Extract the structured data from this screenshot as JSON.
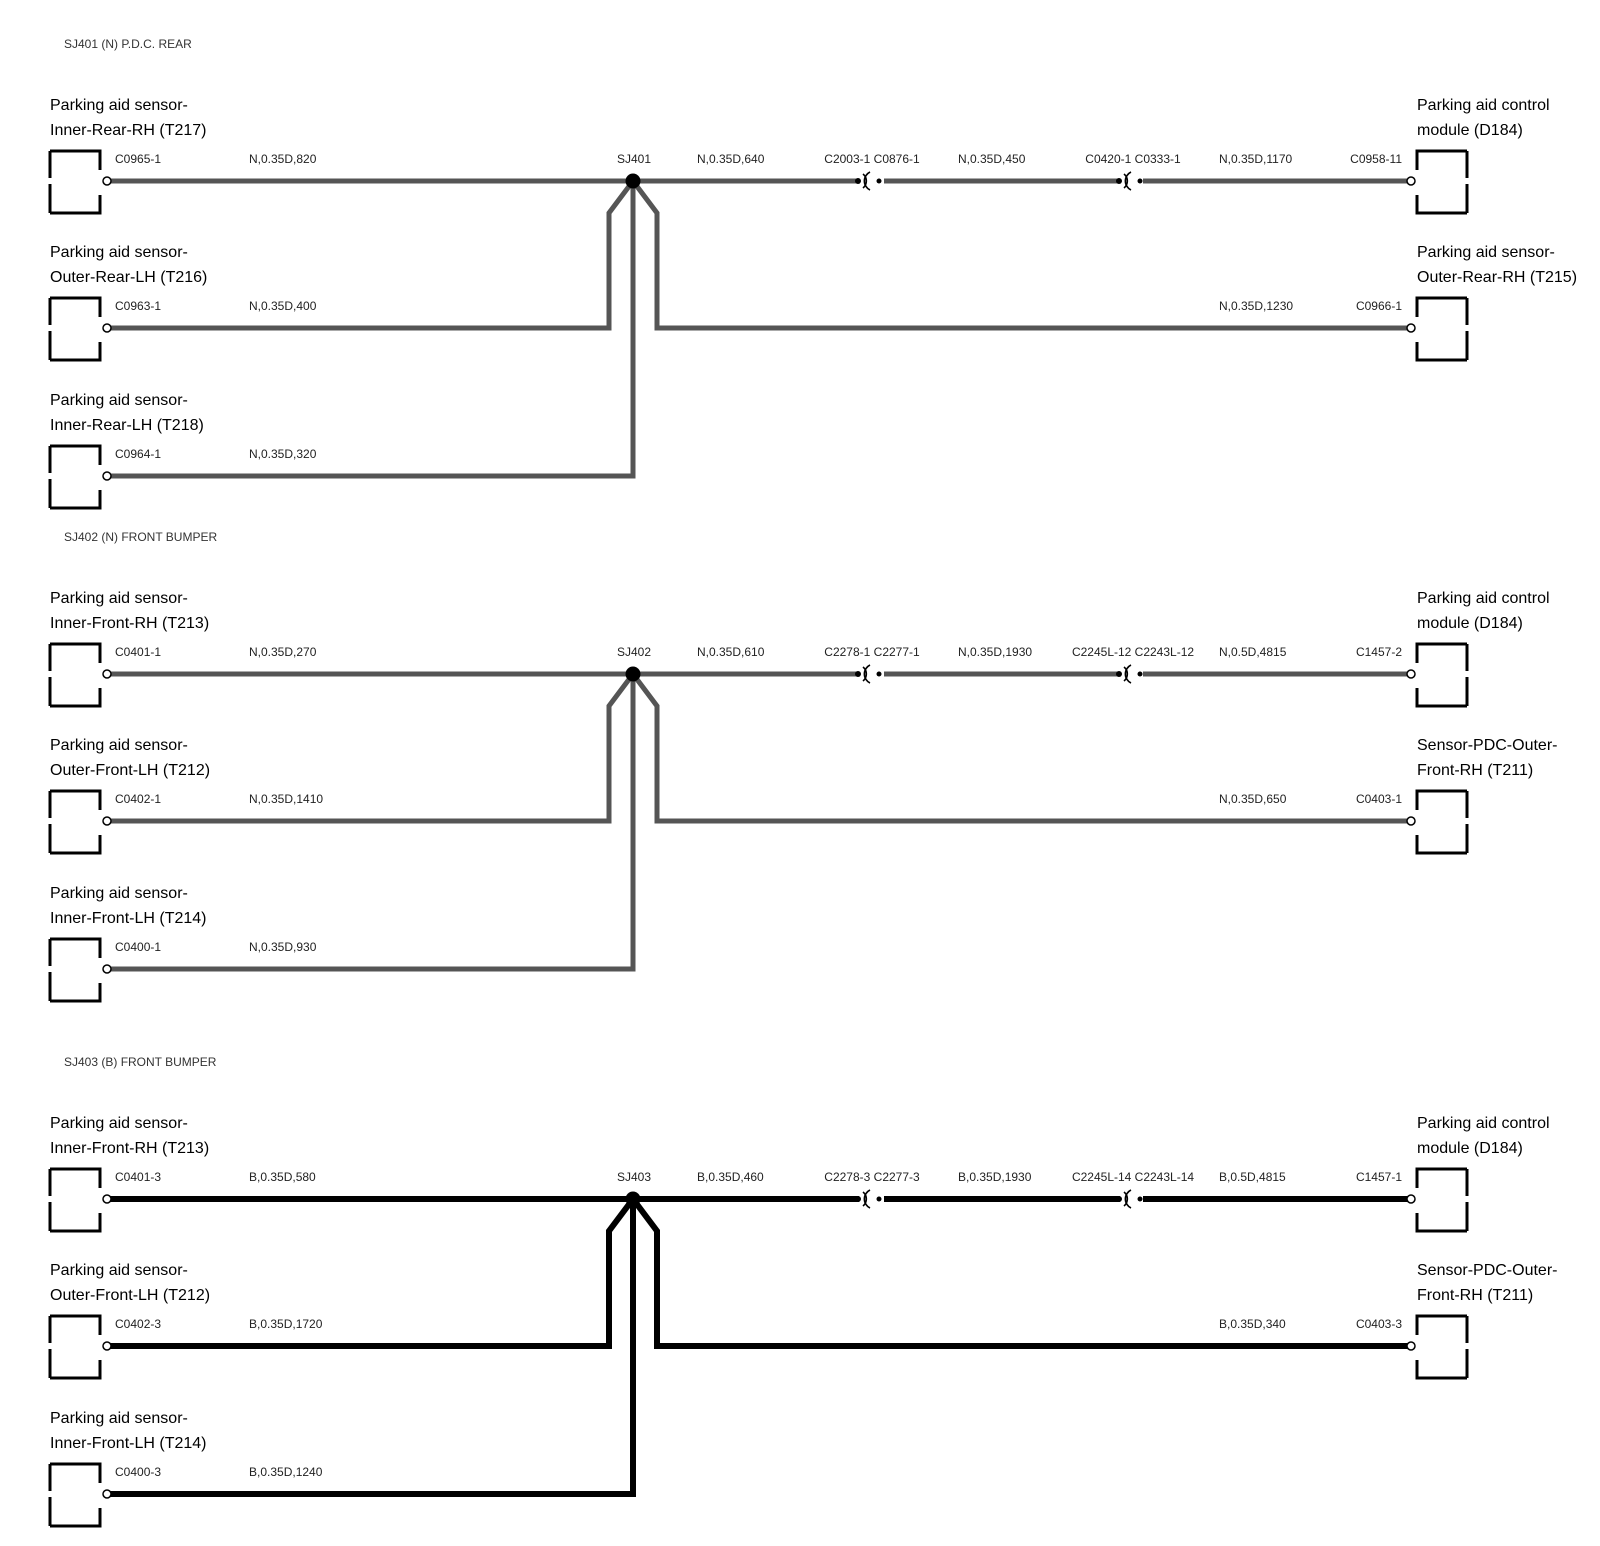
{
  "colors": {
    "wire_N": "#555555",
    "wire_B": "#000000",
    "stroke": "#000000",
    "background": "#ffffff"
  },
  "sections": [
    {
      "title": "SJ401 (N) P.D.C. REAR",
      "wire_color": "N",
      "splice": "SJ401",
      "components": {
        "l1": [
          "Parking aid sensor-",
          "Inner-Rear-RH (T217)"
        ],
        "l2": [
          "Parking aid sensor-",
          "Outer-Rear-LH (T216)"
        ],
        "l3": [
          "Parking aid sensor-",
          "Inner-Rear-LH (T218)"
        ],
        "r1": [
          "Parking aid control",
          "module (D184)"
        ],
        "r2": [
          "Parking aid sensor-",
          "Outer-Rear-RH (T215)"
        ]
      },
      "connectors": {
        "l1": "C0965-1",
        "l2": "C0963-1",
        "l3": "C0964-1",
        "r1": "C0958-11",
        "r2": "C0966-1",
        "inline1": "C2003-1 C0876-1",
        "inline2": "C0420-1 C0333-1"
      },
      "wires": {
        "l1": "N,0.35D,820",
        "l2": "N,0.35D,400",
        "l3": "N,0.35D,320",
        "m1": "N,0.35D,640",
        "m2": "N,0.35D,450",
        "m3": "N,0.35D,1170",
        "r2": "N,0.35D,1230"
      }
    },
    {
      "title": "SJ402 (N) FRONT BUMPER",
      "wire_color": "N",
      "splice": "SJ402",
      "components": {
        "l1": [
          "Parking aid sensor-",
          "Inner-Front-RH (T213)"
        ],
        "l2": [
          "Parking aid sensor-",
          "Outer-Front-LH (T212)"
        ],
        "l3": [
          "Parking aid sensor-",
          "Inner-Front-LH (T214)"
        ],
        "r1": [
          "Parking aid control",
          "module (D184)"
        ],
        "r2": [
          "Sensor-PDC-Outer-",
          "Front-RH (T211)"
        ]
      },
      "connectors": {
        "l1": "C0401-1",
        "l2": "C0402-1",
        "l3": "C0400-1",
        "r1": "C1457-2",
        "r2": "C0403-1",
        "inline1": "C2278-1 C2277-1",
        "inline2": "C2245L-12 C2243L-12"
      },
      "wires": {
        "l1": "N,0.35D,270",
        "l2": "N,0.35D,1410",
        "l3": "N,0.35D,930",
        "m1": "N,0.35D,610",
        "m2": "N,0.35D,1930",
        "m3": "N,0.5D,4815",
        "r2": "N,0.35D,650"
      }
    },
    {
      "title": "SJ403 (B) FRONT BUMPER",
      "wire_color": "B",
      "splice": "SJ403",
      "components": {
        "l1": [
          "Parking aid sensor-",
          "Inner-Front-RH (T213)"
        ],
        "l2": [
          "Parking aid sensor-",
          "Outer-Front-LH (T212)"
        ],
        "l3": [
          "Parking aid sensor-",
          "Inner-Front-LH (T214)"
        ],
        "r1": [
          "Parking aid control",
          "module (D184)"
        ],
        "r2": [
          "Sensor-PDC-Outer-",
          "Front-RH (T211)"
        ]
      },
      "connectors": {
        "l1": "C0401-3",
        "l2": "C0402-3",
        "l3": "C0400-3",
        "r1": "C1457-1",
        "r2": "C0403-3",
        "inline1": "C2278-3 C2277-3",
        "inline2": "C2245L-14 C2243L-14"
      },
      "wires": {
        "l1": "B,0.35D,580",
        "l2": "B,0.35D,1720",
        "l3": "B,0.35D,1240",
        "m1": "B,0.35D,460",
        "m2": "B,0.35D,1930",
        "m3": "B,0.5D,4815",
        "r2": "B,0.35D,340"
      }
    }
  ]
}
